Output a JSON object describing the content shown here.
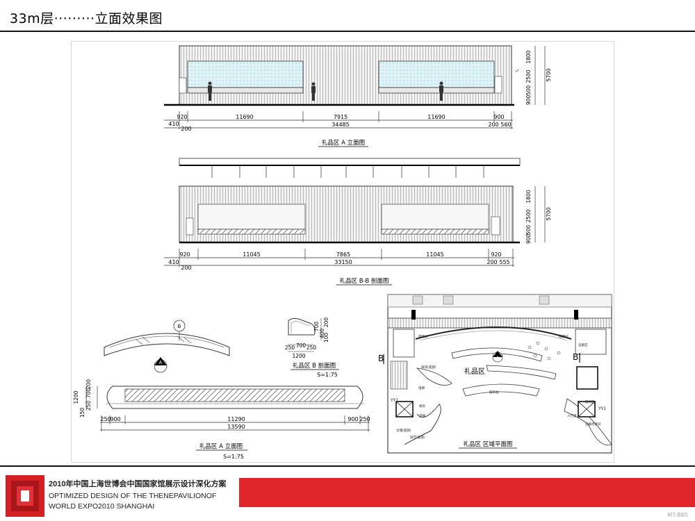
{
  "header": {
    "title": "33m层·········立面效果图"
  },
  "elevation_a": {
    "dims_top": [
      "920",
      "11690",
      "7915",
      "11690",
      "900"
    ],
    "dims_sub": [
      "410",
      "200",
      "200",
      "560"
    ],
    "total": "34485",
    "right_dims": [
      "1800",
      "2500",
      "500",
      "900",
      "5700"
    ],
    "caption": "礼品区 A 立面图"
  },
  "section_bb": {
    "dims_top": [
      "920",
      "11045",
      "7865",
      "11045",
      "920"
    ],
    "dims_sub": [
      "410",
      "200",
      "200",
      "555"
    ],
    "total": "33150",
    "right_dims": [
      "1800",
      "2500",
      "500",
      "900",
      "5700"
    ],
    "caption": "礼品区 B-B 剖面图"
  },
  "counter_plan": {
    "marker_top": "B",
    "marker_bottom": "A"
  },
  "counter_elev": {
    "left_dims": [
      "1200",
      "150",
      "250",
      "700",
      "200"
    ],
    "dims_top": [
      "250",
      "900",
      "11290",
      "900",
      "250"
    ],
    "total": "13590",
    "caption": "礼品区 A 立面图",
    "scale": "S=1:75"
  },
  "section_b": {
    "right_dims": [
      "700",
      "400",
      "200",
      "100"
    ],
    "bottom_dims": [
      "250",
      "700",
      "250"
    ],
    "total": "1200",
    "caption": "礼品区 B 剖面图",
    "scale": "S=1:75"
  },
  "floor_plan": {
    "area_label": "礼品区",
    "marker_left": "B",
    "marker_right": "B",
    "marker_center": "A",
    "caption": "礼品区 区域平面图",
    "labels": [
      "储藏间",
      "储藏间",
      "电梯",
      "厨房",
      "设备检修间",
      "服务区",
      "排风(底部)",
      "展示台",
      "设备区",
      "前厅(底部)",
      "仓储(底部)",
      "货梯",
      "人行道",
      "YY1",
      "YY1"
    ]
  },
  "footer": {
    "line1": "2010年中国上海世博会中国国家馆展示设计深化方案",
    "line2": "OPTIMIZED DESIGN OF THE THENEPAVILIONOF",
    "line3": "WORLD EXPO2010 SHANGHAI",
    "watermark": "MT-BBS"
  }
}
